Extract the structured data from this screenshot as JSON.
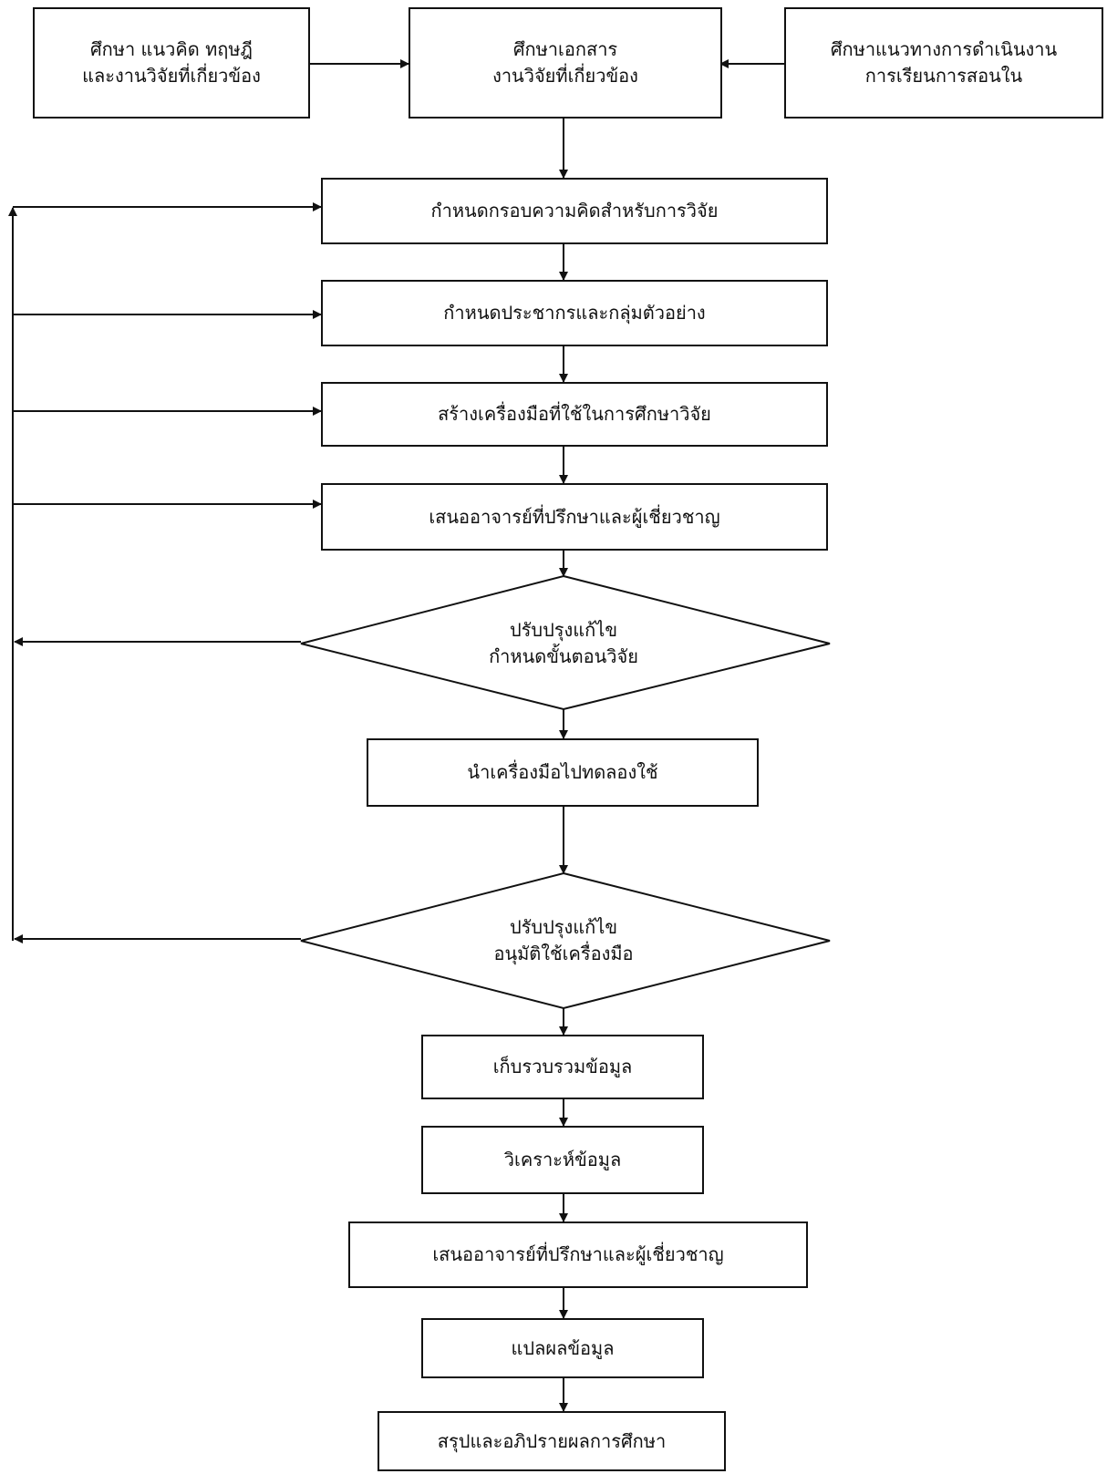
{
  "flowchart": {
    "top_left": [
      "ศึกษา แนวคิด ทฤษฎี",
      "และงานวิจัยที่เกี่ยวข้อง"
    ],
    "top_center": [
      "ศึกษาเอกสาร",
      "งานวิจัยที่เกี่ยวข้อง"
    ],
    "top_right": [
      "ศึกษาแนวทางการดำเนินงาน",
      "การเรียนการสอนใน"
    ],
    "step_framework": "กำหนดกรอบความคิดสำหรับการวิจัย",
    "step_population": "กำหนดประชากรและกลุ่มตัวอย่าง",
    "step_instrument": "สร้างเครื่องมือที่ใช้ในการศึกษาวิจัย",
    "step_present_advisor_1": "เสนออาจารย์ที่ปรึกษาและผู้เชี่ยวชาญ",
    "decision_1": [
      "ปรับปรุงแก้ไข",
      "กำหนดขั้นตอนวิจัย"
    ],
    "step_tryout": "นำเครื่องมือไปทดลองใช้",
    "decision_2": [
      "ปรับปรุงแก้ไข",
      "อนุมัติใช้เครื่องมือ"
    ],
    "step_collect": "เก็บรวบรวมข้อมูล",
    "step_analyze": "วิเคราะห์ข้อมูล",
    "step_present_advisor_2": "เสนออาจารย์ที่ปรึกษาและผู้เชี่ยวชาญ",
    "step_interpret": "แปลผลข้อมูล",
    "step_conclude": "สรุปและอภิปรายผลการศึกษา"
  },
  "colors": {
    "line": "#111111",
    "background": "#ffffff"
  }
}
